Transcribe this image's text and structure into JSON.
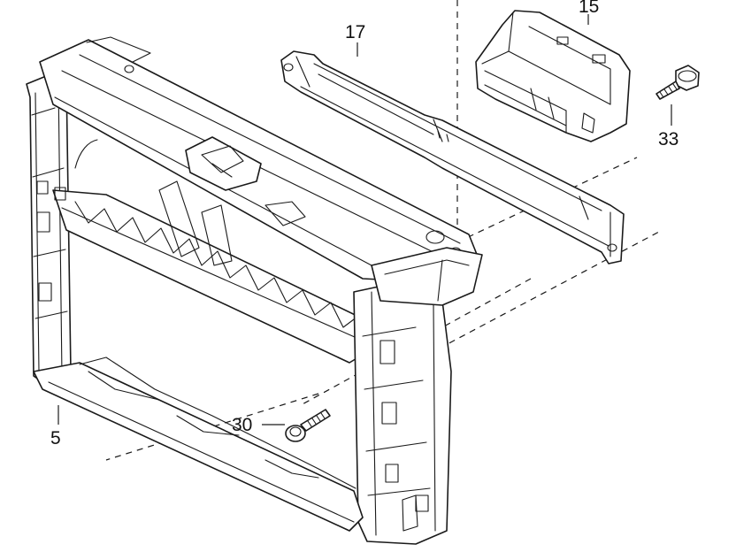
{
  "labels": {
    "part_15": "15",
    "part_17": "17",
    "part_33": "33",
    "part_30": "30",
    "part_5": "5"
  },
  "colors": {
    "line": "#1a1a1a",
    "background": "#ffffff"
  }
}
